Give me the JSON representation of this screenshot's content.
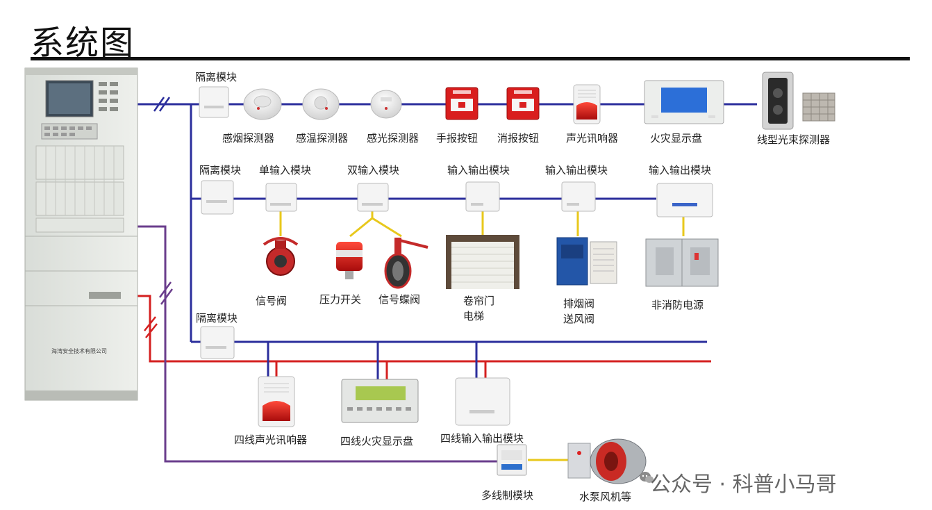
{
  "title": "系统图",
  "controller": {
    "company": "海湾安全技术有限公司"
  },
  "row1": {
    "isolator": "隔离模块",
    "smoke": "感烟探测器",
    "heat": "感温探测器",
    "flame": "感光探测器",
    "manual_call": "手报按钮",
    "hydrant_button": "消报按钮",
    "strobe_sounder": "声光讯响器",
    "display_panel": "火灾显示盘",
    "beam_detector": "线型光束探测器"
  },
  "row2": {
    "isolator": "隔离模块",
    "single_input": "单输入模块",
    "dual_input": "双输入模块",
    "io_module_1": "输入输出模块",
    "io_module_2": "输入输出模块",
    "io_module_3": "输入输出模块",
    "signal_valve": "信号阀",
    "pressure_switch": "压力开关",
    "butterfly_valve": "信号蝶阀",
    "rolling_door": "卷帘门",
    "elevator": "电梯",
    "smoke_exhaust_valve": "排烟阀",
    "air_supply_valve": "送风阀",
    "non_fire_power": "非消防电源"
  },
  "row3": {
    "isolator": "隔离模块",
    "four_wire_sounder": "四线声光讯响器",
    "four_wire_display": "四线火灾显示盘",
    "four_wire_io": "四线输入输出模块",
    "multi_line_module": "多线制模块",
    "pump_fan": "水泵风机等"
  },
  "watermark": "公众号 · 科普小马哥",
  "colors": {
    "bus_blue": "#2b2e9c",
    "power_red": "#d42020",
    "branch_yellow": "#e8c81c",
    "line_purple": "#6a3d8c"
  },
  "icons": {
    "controller": "fire-alarm-controller-icon",
    "isolator": "isolation-module-icon",
    "smoke": "smoke-detector-icon",
    "heat": "heat-detector-icon",
    "flame": "flame-detector-icon",
    "manual": "manual-call-point-icon",
    "hydrant": "hydrant-button-icon",
    "sounder": "strobe-sounder-icon",
    "display": "fire-display-panel-icon",
    "beam": "beam-detector-icon",
    "valve": "signal-valve-icon",
    "pressure": "pressure-switch-icon",
    "butterfly": "butterfly-valve-icon",
    "door": "rolling-door-icon",
    "damper": "smoke-damper-icon",
    "cabinet": "power-cabinet-icon",
    "fan": "pump-fan-icon"
  }
}
